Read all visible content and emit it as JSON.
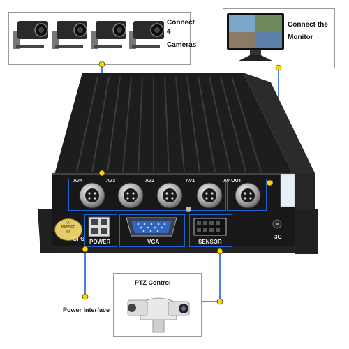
{
  "callouts": {
    "cameras": {
      "line1": "Connect 4",
      "line2": "Cameras"
    },
    "monitor": {
      "line1": "Connect the",
      "line2": "Monitor"
    },
    "ptz": "PTZ Control",
    "power_interface": "Power Interface"
  },
  "ports": {
    "av4": "AV4",
    "av3": "AV3",
    "av2": "AV2",
    "av1": "AV1",
    "av_out": "AV OUT"
  },
  "panel": {
    "gps": "GPS",
    "power": "POWER",
    "vga": "VGA",
    "sensor": "SENSOR",
    "3g": "3G",
    "qc_seal": {
      "line1": "QC",
      "line2": "PASSED",
      "line3": "54"
    }
  },
  "colors": {
    "connector_line": "#1d63d6",
    "callout_dot": "#ffd400",
    "device_body": "#1b1b1b"
  }
}
